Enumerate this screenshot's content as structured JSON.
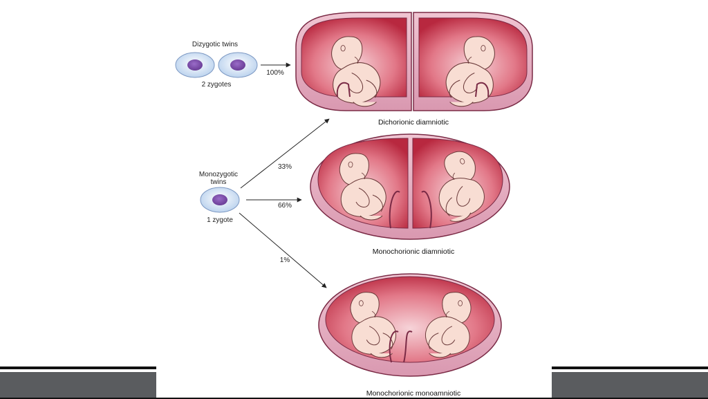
{
  "dizygotic": {
    "title": "Dizygotic twins",
    "subtitle": "2 zygotes",
    "percent": "100%"
  },
  "monozygotic": {
    "title_line1": "Monozygotic",
    "title_line2": "twins",
    "subtitle": "1 zygote",
    "percent_top": "33%",
    "percent_mid": "66%",
    "percent_bottom": "1%"
  },
  "captions": {
    "dichorionic": "Dichorionic diamniotic",
    "monochorionic_di": "Monochorionic diamniotic",
    "monochorionic_mono": "Monochorionic monoamniotic"
  },
  "colors": {
    "cell_outer": "#cfe0f4",
    "cell_nucleus": "#7a4fa8",
    "sac_outer": "#e8b3c3",
    "sac_wall": "#b23a5a",
    "sac_inner": "#c8324a",
    "fetus": "#f7dcd2",
    "bar_dark": "#111111",
    "bar_grey": "#5a5c5f"
  }
}
